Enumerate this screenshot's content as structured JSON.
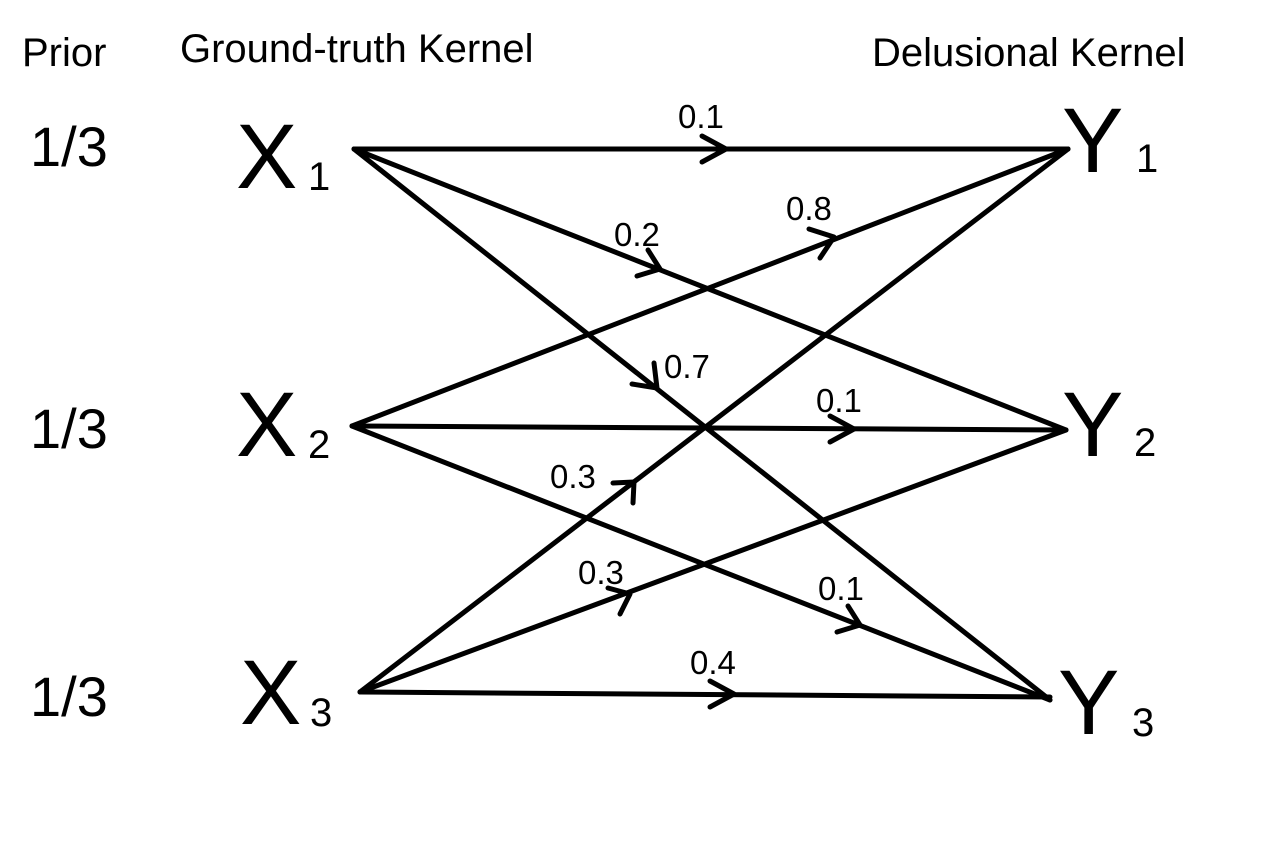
{
  "headers": {
    "prior": "Prior",
    "ground_truth": "Ground-truth Kernel",
    "delusional": "Delusional Kernel"
  },
  "priors": [
    "1/3",
    "1/3",
    "1/3"
  ],
  "x_nodes": [
    {
      "letter": "X",
      "sub": "1"
    },
    {
      "letter": "X",
      "sub": "2"
    },
    {
      "letter": "X",
      "sub": "3"
    }
  ],
  "y_nodes": [
    {
      "letter": "Y",
      "sub": "1"
    },
    {
      "letter": "Y",
      "sub": "2"
    },
    {
      "letter": "Y",
      "sub": "3"
    }
  ],
  "edges": [
    {
      "from": "X1",
      "to": "Y1",
      "prob": "0.1"
    },
    {
      "from": "X1",
      "to": "Y2",
      "prob": "0.2"
    },
    {
      "from": "X1",
      "to": "Y3",
      "prob": "0.7"
    },
    {
      "from": "X2",
      "to": "Y1",
      "prob": "0.8"
    },
    {
      "from": "X2",
      "to": "Y2",
      "prob": "0.1"
    },
    {
      "from": "X2",
      "to": "Y3",
      "prob": "0.1"
    },
    {
      "from": "X3",
      "to": "Y1",
      "prob": "0.3"
    },
    {
      "from": "X3",
      "to": "Y2",
      "prob": "0.3"
    },
    {
      "from": "X3",
      "to": "Y3",
      "prob": "0.4"
    }
  ]
}
